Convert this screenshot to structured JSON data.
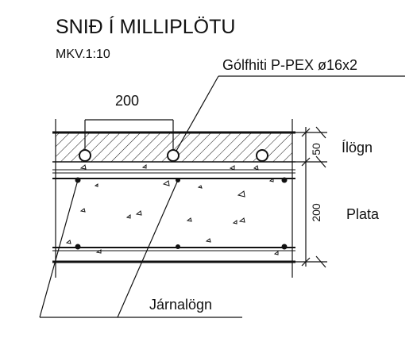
{
  "title": "SNIÐ Í MILLIPLÖTU",
  "scale": "MKV.1:10",
  "labels": {
    "floor_heating": "Gólfhiti P-PEX ø16x2",
    "pipe_spacing": "200",
    "screed": "Ílögn",
    "screed_thickness": "50",
    "slab": "Plata",
    "slab_thickness": "200",
    "rebar": "Járnalögn"
  },
  "colors": {
    "ink": "#111111",
    "background": "#ffffff"
  }
}
